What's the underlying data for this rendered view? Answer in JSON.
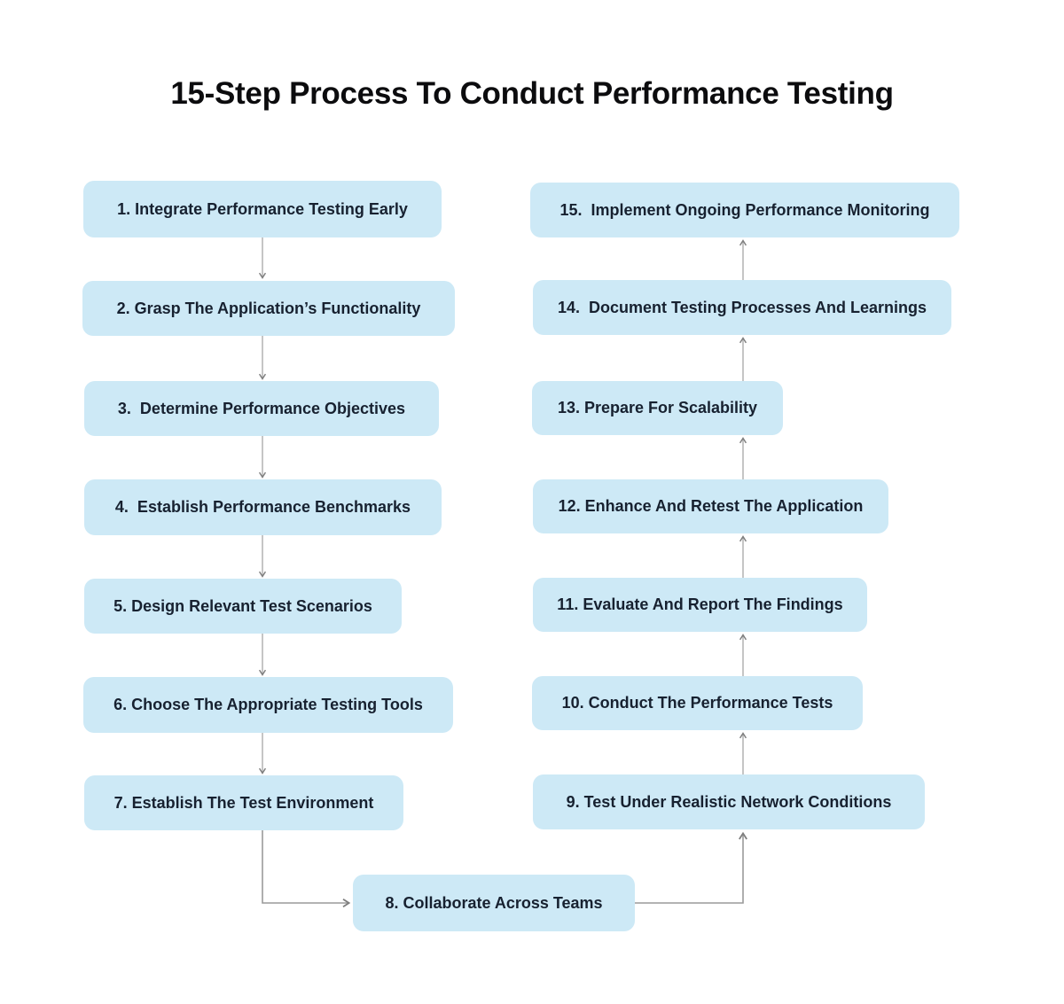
{
  "title": "15-Step Process To Conduct Performance Testing",
  "diagram_type": "flowchart",
  "flow_order": "Steps 1-7 descend in the left column, step 8 bridges the bottom center, steps 9-15 ascend the right column",
  "steps": [
    {
      "number": 1,
      "label": "1. Integrate Performance Testing Early"
    },
    {
      "number": 2,
      "label": "2. Grasp The Application’s Functionality"
    },
    {
      "number": 3,
      "label": "3.  Determine Performance Objectives"
    },
    {
      "number": 4,
      "label": "4.  Establish Performance Benchmarks"
    },
    {
      "number": 5,
      "label": "5. Design Relevant Test Scenarios"
    },
    {
      "number": 6,
      "label": "6. Choose The Appropriate Testing Tools"
    },
    {
      "number": 7,
      "label": "7. Establish The Test Environment"
    },
    {
      "number": 8,
      "label": "8. Collaborate Across Teams"
    },
    {
      "number": 9,
      "label": "9. Test Under Realistic Network Conditions"
    },
    {
      "number": 10,
      "label": "10. Conduct The Performance Tests"
    },
    {
      "number": 11,
      "label": "11. Evaluate And Report The Findings"
    },
    {
      "number": 12,
      "label": "12. Enhance And Retest The Application"
    },
    {
      "number": 13,
      "label": "13. Prepare For Scalability"
    },
    {
      "number": 14,
      "label": "14.  Document Testing Processes And Learnings"
    },
    {
      "number": 15,
      "label": "15.  Implement Ongoing Performance Monitoring"
    }
  ],
  "colors": {
    "box_fill": "#cde9f6",
    "box_text": "#172130",
    "title_text": "#0c0c0e",
    "connector": "#a6a6a6"
  }
}
